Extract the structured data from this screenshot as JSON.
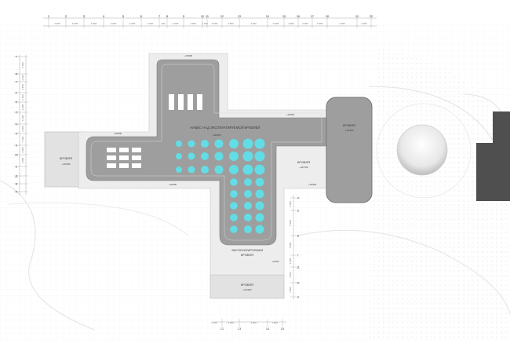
{
  "labels": {
    "canopy": "НАВЕС НАД ЭКСПЛУАТИРУЕМОЙ КРОВЛЕЙ",
    "canopy_level": "+18.800",
    "roof_left": "КРОВЛЯ",
    "roof_left_level": "+16.800",
    "roof_right_tower": "КРОВЛЯ",
    "roof_right_tower_level": "+18.900",
    "roof_middle": "КРОВЛЯ",
    "roof_middle_level": "+18.700",
    "exploited_roof_line1": "ЭКСПЛУАТИРУЕМАЯ",
    "exploited_roof_line2": "КРОВЛЯ",
    "roof_bottom": "КРОВЛЯ",
    "roof_bottom_level": "+15.600"
  },
  "small_levels": {
    "top_arm": "+18.800",
    "left_mid": "+18.800",
    "right_mid": "+18.800",
    "canopy_bottom": "+18.800",
    "stair_bottom": "+6.950",
    "right_corner": "+18.800"
  },
  "axes_top": [
    "1",
    "2",
    "3",
    "4",
    "5",
    "6",
    "7",
    "8",
    "9",
    "10",
    "11",
    "12",
    "13",
    "14",
    "15",
    "16",
    "17",
    "18",
    "19",
    "20"
  ],
  "dims_top": [
    "4 000",
    "4 000",
    "4 000",
    "4 000",
    "4 000",
    "2 000",
    "400",
    "4 000",
    "4 000",
    "1 200",
    "2 600",
    "2 600",
    "3 300",
    "3 300",
    "3 300",
    "3 300",
    "3 300",
    "3 300",
    "3 300"
  ],
  "axes_left": [
    "Т",
    "Ф",
    "У",
    "С",
    "Р",
    "П",
    "Н",
    "Л",
    "К",
    "Ж",
    "Е",
    "Д",
    "В",
    "А"
  ],
  "dims_left": [
    "6 600",
    "3 200",
    "4 400",
    "3 200",
    "2 000",
    "6 200",
    "2 000",
    "7 000",
    "4 000",
    "3 800"
  ],
  "axes_right": [
    "И",
    "Б",
    "В",
    "Г",
    "Д",
    "Ж",
    "А"
  ],
  "dims_right": [
    "4 000",
    "5 000",
    "6 000",
    "4 000",
    "4 000",
    "4 000"
  ],
  "axes_bottom": [
    "12",
    "13",
    "14",
    "15"
  ],
  "dims_bottom": [
    "2 700",
    "3 300",
    "3 300",
    "1 500"
  ]
}
